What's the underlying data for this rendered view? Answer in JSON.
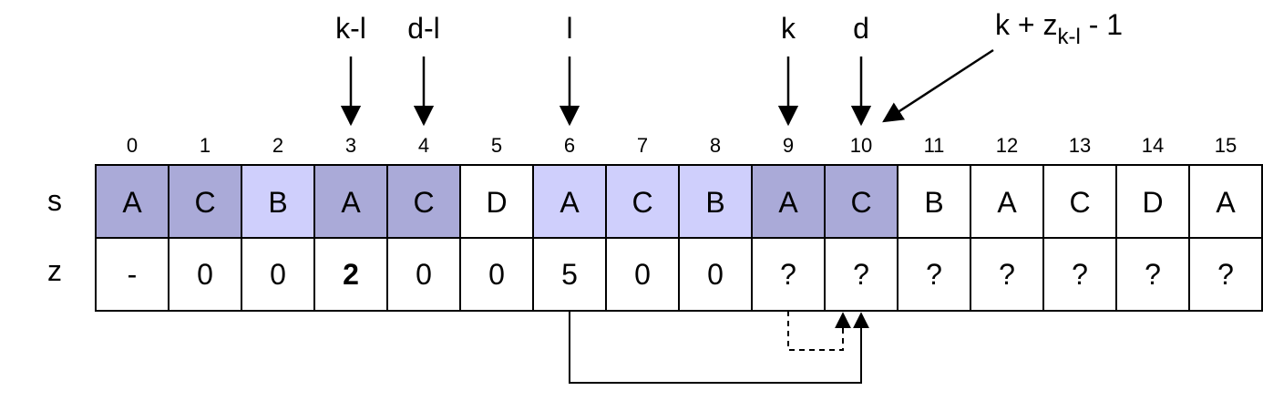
{
  "row_labels": {
    "s": "s",
    "z": "z"
  },
  "indices": [
    "0",
    "1",
    "2",
    "3",
    "4",
    "5",
    "6",
    "7",
    "8",
    "9",
    "10",
    "11",
    "12",
    "13",
    "14",
    "15"
  ],
  "s_row": [
    "A",
    "C",
    "B",
    "A",
    "C",
    "D",
    "A",
    "C",
    "B",
    "A",
    "C",
    "B",
    "A",
    "C",
    "D",
    "A"
  ],
  "z_row": [
    "-",
    "0",
    "0",
    "2",
    "0",
    "0",
    "5",
    "0",
    "0",
    "?",
    "?",
    "?",
    "?",
    "?",
    "?",
    "?"
  ],
  "z_bold_index": 3,
  "cell_styles": [
    "dark",
    "dark",
    "light",
    "dark",
    "dark",
    "white",
    "light",
    "light",
    "light",
    "dark",
    "dark",
    "white",
    "white",
    "white",
    "white",
    "white"
  ],
  "colors": {
    "dark": "#aaaad8",
    "light": "#cfcffc",
    "white": "#ffffff",
    "stroke": "#000000"
  },
  "pointers": [
    {
      "label": "k-l",
      "index": 3
    },
    {
      "label": "d-l",
      "index": 4
    },
    {
      "label": "l",
      "index": 6
    },
    {
      "label": "k",
      "index": 9
    },
    {
      "label": "d",
      "index": 10
    }
  ],
  "formula": {
    "main": "k + z",
    "sub": "k-l",
    "tail": " - 1"
  },
  "connectors": [
    {
      "from_index": 6,
      "to_index": 10,
      "style": "solid"
    },
    {
      "from_index": 9,
      "to_index": 10,
      "style": "dashed"
    }
  ]
}
